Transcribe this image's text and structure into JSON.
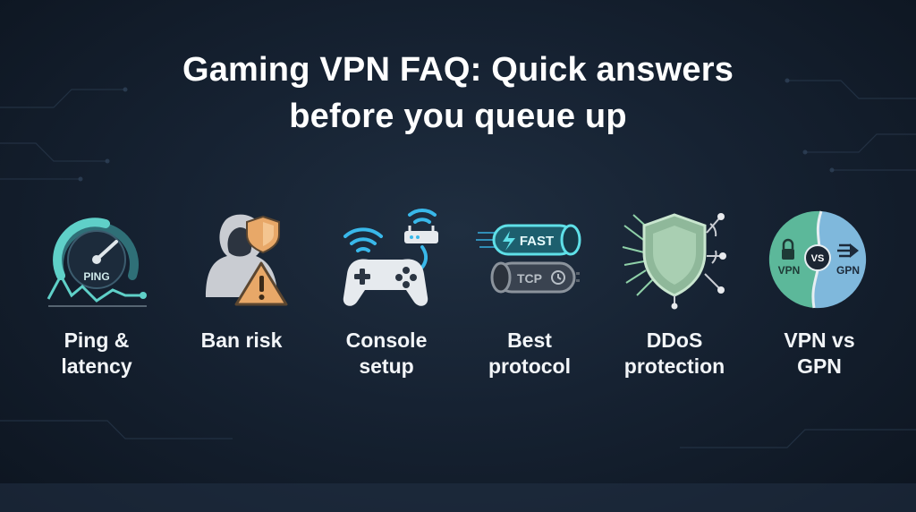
{
  "title": {
    "line1": "Gaming VPN FAQ: Quick answers",
    "line2": "before you queue up"
  },
  "items": [
    {
      "icon": "speedometer-icon",
      "icon_text": "PING",
      "label_line1": "Ping &",
      "label_line2": "latency"
    },
    {
      "icon": "hooded-figure-warning-icon",
      "icon_text": "",
      "label_line1": "Ban risk",
      "label_line2": ""
    },
    {
      "icon": "gamepad-router-icon",
      "icon_text": "",
      "label_line1": "Console",
      "label_line2": "setup"
    },
    {
      "icon": "protocol-tubes-icon",
      "icon_text_fast": "FAST",
      "icon_text_tcp": "TCP",
      "label_line1": "Best",
      "label_line2": "protocol"
    },
    {
      "icon": "shield-icon",
      "icon_text": "",
      "label_line1": "DDoS",
      "label_line2": "protection"
    },
    {
      "icon": "vpn-vs-gpn-icon",
      "icon_text_left": "VPN",
      "icon_text_mid": "VS",
      "icon_text_right": "GPN",
      "label_line1": "VPN vs",
      "label_line2": "GPN"
    }
  ],
  "colors": {
    "teal": "#5fd0c8",
    "cyan": "#39b8ea",
    "orange": "#e8a868",
    "gray": "#c9ccd2",
    "background": "#162232"
  }
}
